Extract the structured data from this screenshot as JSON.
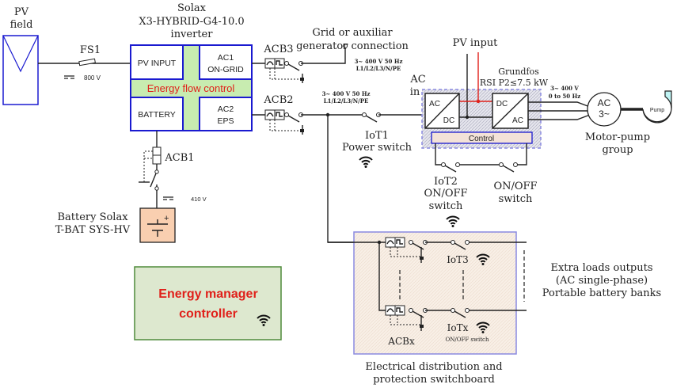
{
  "pv_field": {
    "line1": "PV",
    "line2": "field"
  },
  "fuse": {
    "label": "FS1",
    "voltage": "800 V"
  },
  "inverter": {
    "title1": "Solax",
    "title2": "X3-HYBRID-G4-10.0",
    "title3": "inverter",
    "pv_input": "PV INPUT",
    "ac1_1": "AC1",
    "ac1_2": "ON-GRID",
    "energy_flow": "Energy flow control",
    "battery": "BATTERY",
    "ac2_1": "AC2",
    "ac2_2": "EPS"
  },
  "acb3": {
    "label": "ACB3",
    "grid1": "Grid or auxiliar",
    "grid2": "generator connection",
    "spec1": "3~  400 V 50 Hz",
    "spec2": "L1/L2/L3/N/PE"
  },
  "acb2": {
    "label": "ACB2",
    "spec1": "3~  400 V 50 Hz",
    "spec2": "L1/L2/L3/N/PE"
  },
  "iot1": {
    "label": "IoT1",
    "sub": "Power switch"
  },
  "vfd": {
    "ac_in1": "AC",
    "ac_in2": "in",
    "pv_input": "PV input",
    "brand": "Grundfos",
    "model": "RSI P2≤7.5 kW",
    "acdc1": "AC",
    "acdc2": "DC",
    "dcac1": "DC",
    "dcac2": "AC",
    "control": "Control",
    "out1": "3~  400 V",
    "out2": "0 to 50 Hz"
  },
  "motor": {
    "l1": "AC",
    "l2": "3~",
    "pump": "Pump",
    "group1": "Motor-pump",
    "group2": "group"
  },
  "iot2": {
    "l1": "IoT2",
    "l2": "ON/OFF",
    "l3": "switch",
    "onoff1": "ON/OFF",
    "onoff2": "switch"
  },
  "acb1": {
    "label": "ACB1",
    "voltage": "410 V",
    "battery1": "Battery Solax",
    "battery2": "T-BAT SYS-HV"
  },
  "controller": {
    "l1": "Energy manager",
    "l2": "controller"
  },
  "switchboard": {
    "iot3": "IoT3",
    "iotx": "IoTx",
    "acbx": "ACBx",
    "onoff": "ON/OFF switch",
    "title1": "Electrical distribution and",
    "title2": "protection switchboard",
    "loads1": "Extra loads outputs",
    "loads2": "(AC single-phase)",
    "loads3": "Portable battery banks"
  },
  "colors": {
    "inverter_border": "#1a1ad0",
    "energy_flow_text": "#e0201a",
    "green_band": "#c8ecb0",
    "controller_fill": "#dde8cf",
    "battery_fill": "#f9cfb0",
    "pump_fill": "#bff3f3",
    "pv_line": "#e0201a"
  }
}
